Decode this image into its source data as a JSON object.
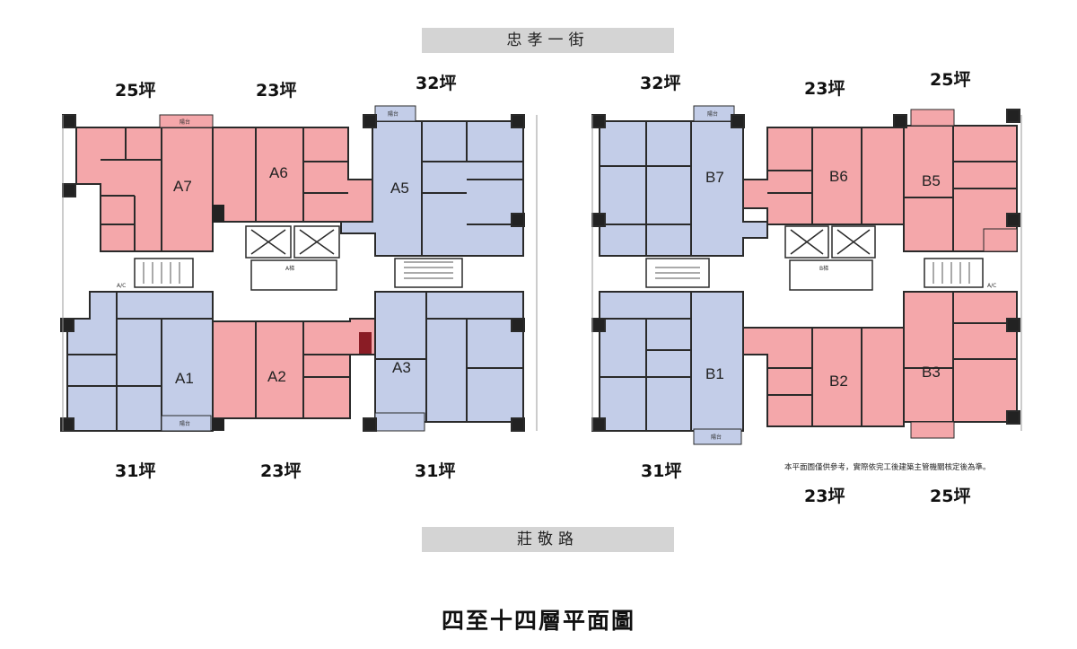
{
  "streets": {
    "top": "忠孝一街",
    "bottom": "莊敬路"
  },
  "title": "四至十四層平面圖",
  "note": "本平面圖僅供參考，實際依完工後建築主管機關核定後為準。",
  "units": [
    {
      "id": "A7",
      "size": "25坪",
      "color": "pink"
    },
    {
      "id": "A6",
      "size": "23坪",
      "color": "pink"
    },
    {
      "id": "A5",
      "size": "32坪",
      "color": "blue"
    },
    {
      "id": "A1",
      "size": "31坪",
      "color": "blue"
    },
    {
      "id": "A2",
      "size": "23坪",
      "color": "pink"
    },
    {
      "id": "A3",
      "size": "31坪",
      "color": "blue"
    },
    {
      "id": "B7",
      "size": "32坪",
      "color": "blue"
    },
    {
      "id": "B6",
      "size": "23坪",
      "color": "pink"
    },
    {
      "id": "B5",
      "size": "25坪",
      "color": "pink"
    },
    {
      "id": "B1",
      "size": "31坪",
      "color": "blue"
    },
    {
      "id": "B2",
      "size": "23坪",
      "color": "pink"
    },
    {
      "id": "B3",
      "size": "25坪",
      "color": "pink"
    }
  ],
  "small_labels": {
    "balcony": "陽台",
    "ac": "A/C",
    "elevator_a": "A梯",
    "elevator_b": "B梯"
  },
  "colors": {
    "pink": "#f4a7aa",
    "blue": "#c3cde8",
    "wall": "#2a2a2a",
    "street_bar": "#d4d4d4"
  }
}
